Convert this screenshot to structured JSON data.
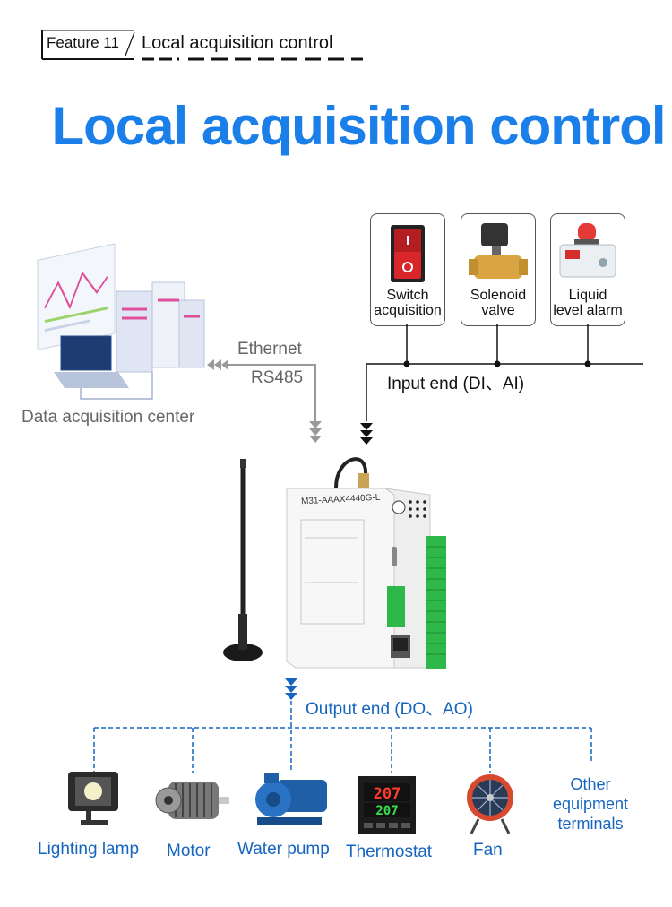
{
  "header": {
    "feature_label": "Feature 11",
    "feature_title": "Local acquisition control"
  },
  "main_title": "Local acquisition control",
  "data_center": {
    "label": "Data acquisition center",
    "link_line1": "Ethernet",
    "link_line2": "RS485"
  },
  "inputs": {
    "end_label": "Input end (DI、AI)",
    "items": [
      {
        "line1": "Switch",
        "line2": "acquisition"
      },
      {
        "line1": "Solenoid",
        "line2": "valve"
      },
      {
        "line1": "Liquid",
        "line2": "level alarm"
      }
    ]
  },
  "device": {
    "model": "M31-AAAX4440G-L"
  },
  "outputs": {
    "end_label": "Output end (DO、AO)",
    "items": [
      {
        "label": "Lighting lamp"
      },
      {
        "label": "Motor"
      },
      {
        "label": "Water pump"
      },
      {
        "label": "Thermostat"
      },
      {
        "label": "Fan"
      },
      {
        "label": "Other equipment terminals"
      }
    ],
    "thermostat_pv": "207",
    "thermostat_sv": "207"
  },
  "colors": {
    "accent_blue": "#1a7fe8",
    "output_blue": "#1565c0",
    "gray": "#666666",
    "terminal_green": "#2eb84a"
  }
}
